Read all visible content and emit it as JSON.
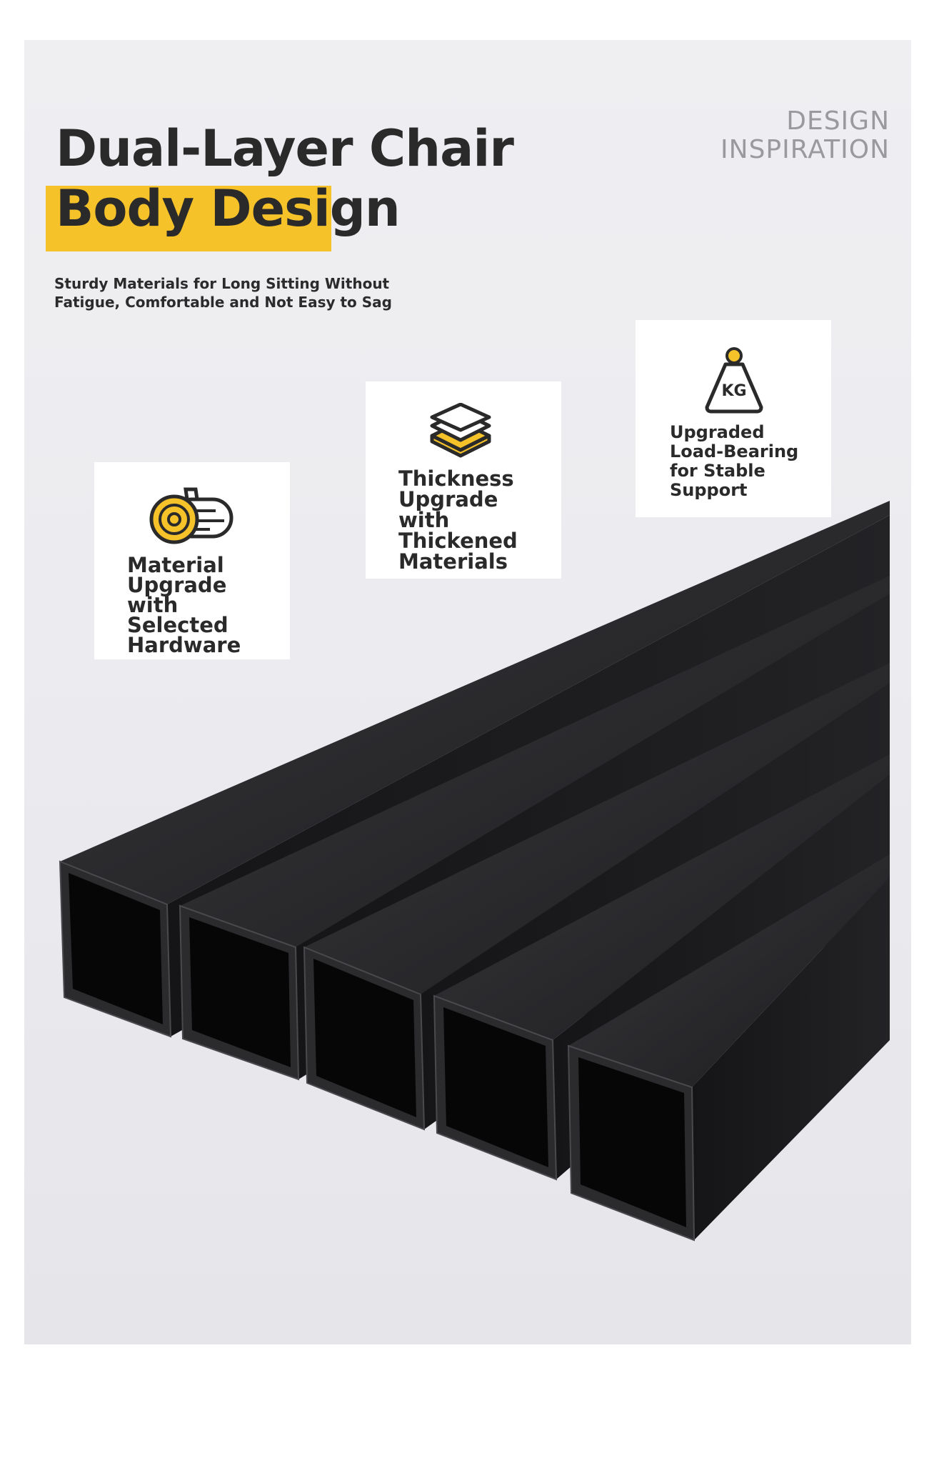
{
  "heading": {
    "line1": "Dual-Layer Chair",
    "line2": "Body Design",
    "highlight_color": "#f5c22a"
  },
  "subtitle": "Sturdy Materials for Long Sitting Without\nFatigue, Comfortable and Not Easy to Sag",
  "corner_tag": {
    "line1": "DESIGN",
    "line2": "INSPIRATION"
  },
  "features": [
    {
      "icon": "log-icon",
      "label": "Material\nUpgrade\nwith\nSelected\nHardware"
    },
    {
      "icon": "layers-icon",
      "label": "Thickness\nUpgrade\nwith\nThickened\nMaterials"
    },
    {
      "icon": "weight-kg-icon",
      "icon_text": "KG",
      "label": "Upgraded\nLoad-Bearing\nfor Stable\nSupport"
    }
  ],
  "product_image": "black-square-steel-tubes",
  "colors": {
    "accent": "#f5c22a",
    "text": "#2a2a2a",
    "tube": "#1a1a1c"
  }
}
